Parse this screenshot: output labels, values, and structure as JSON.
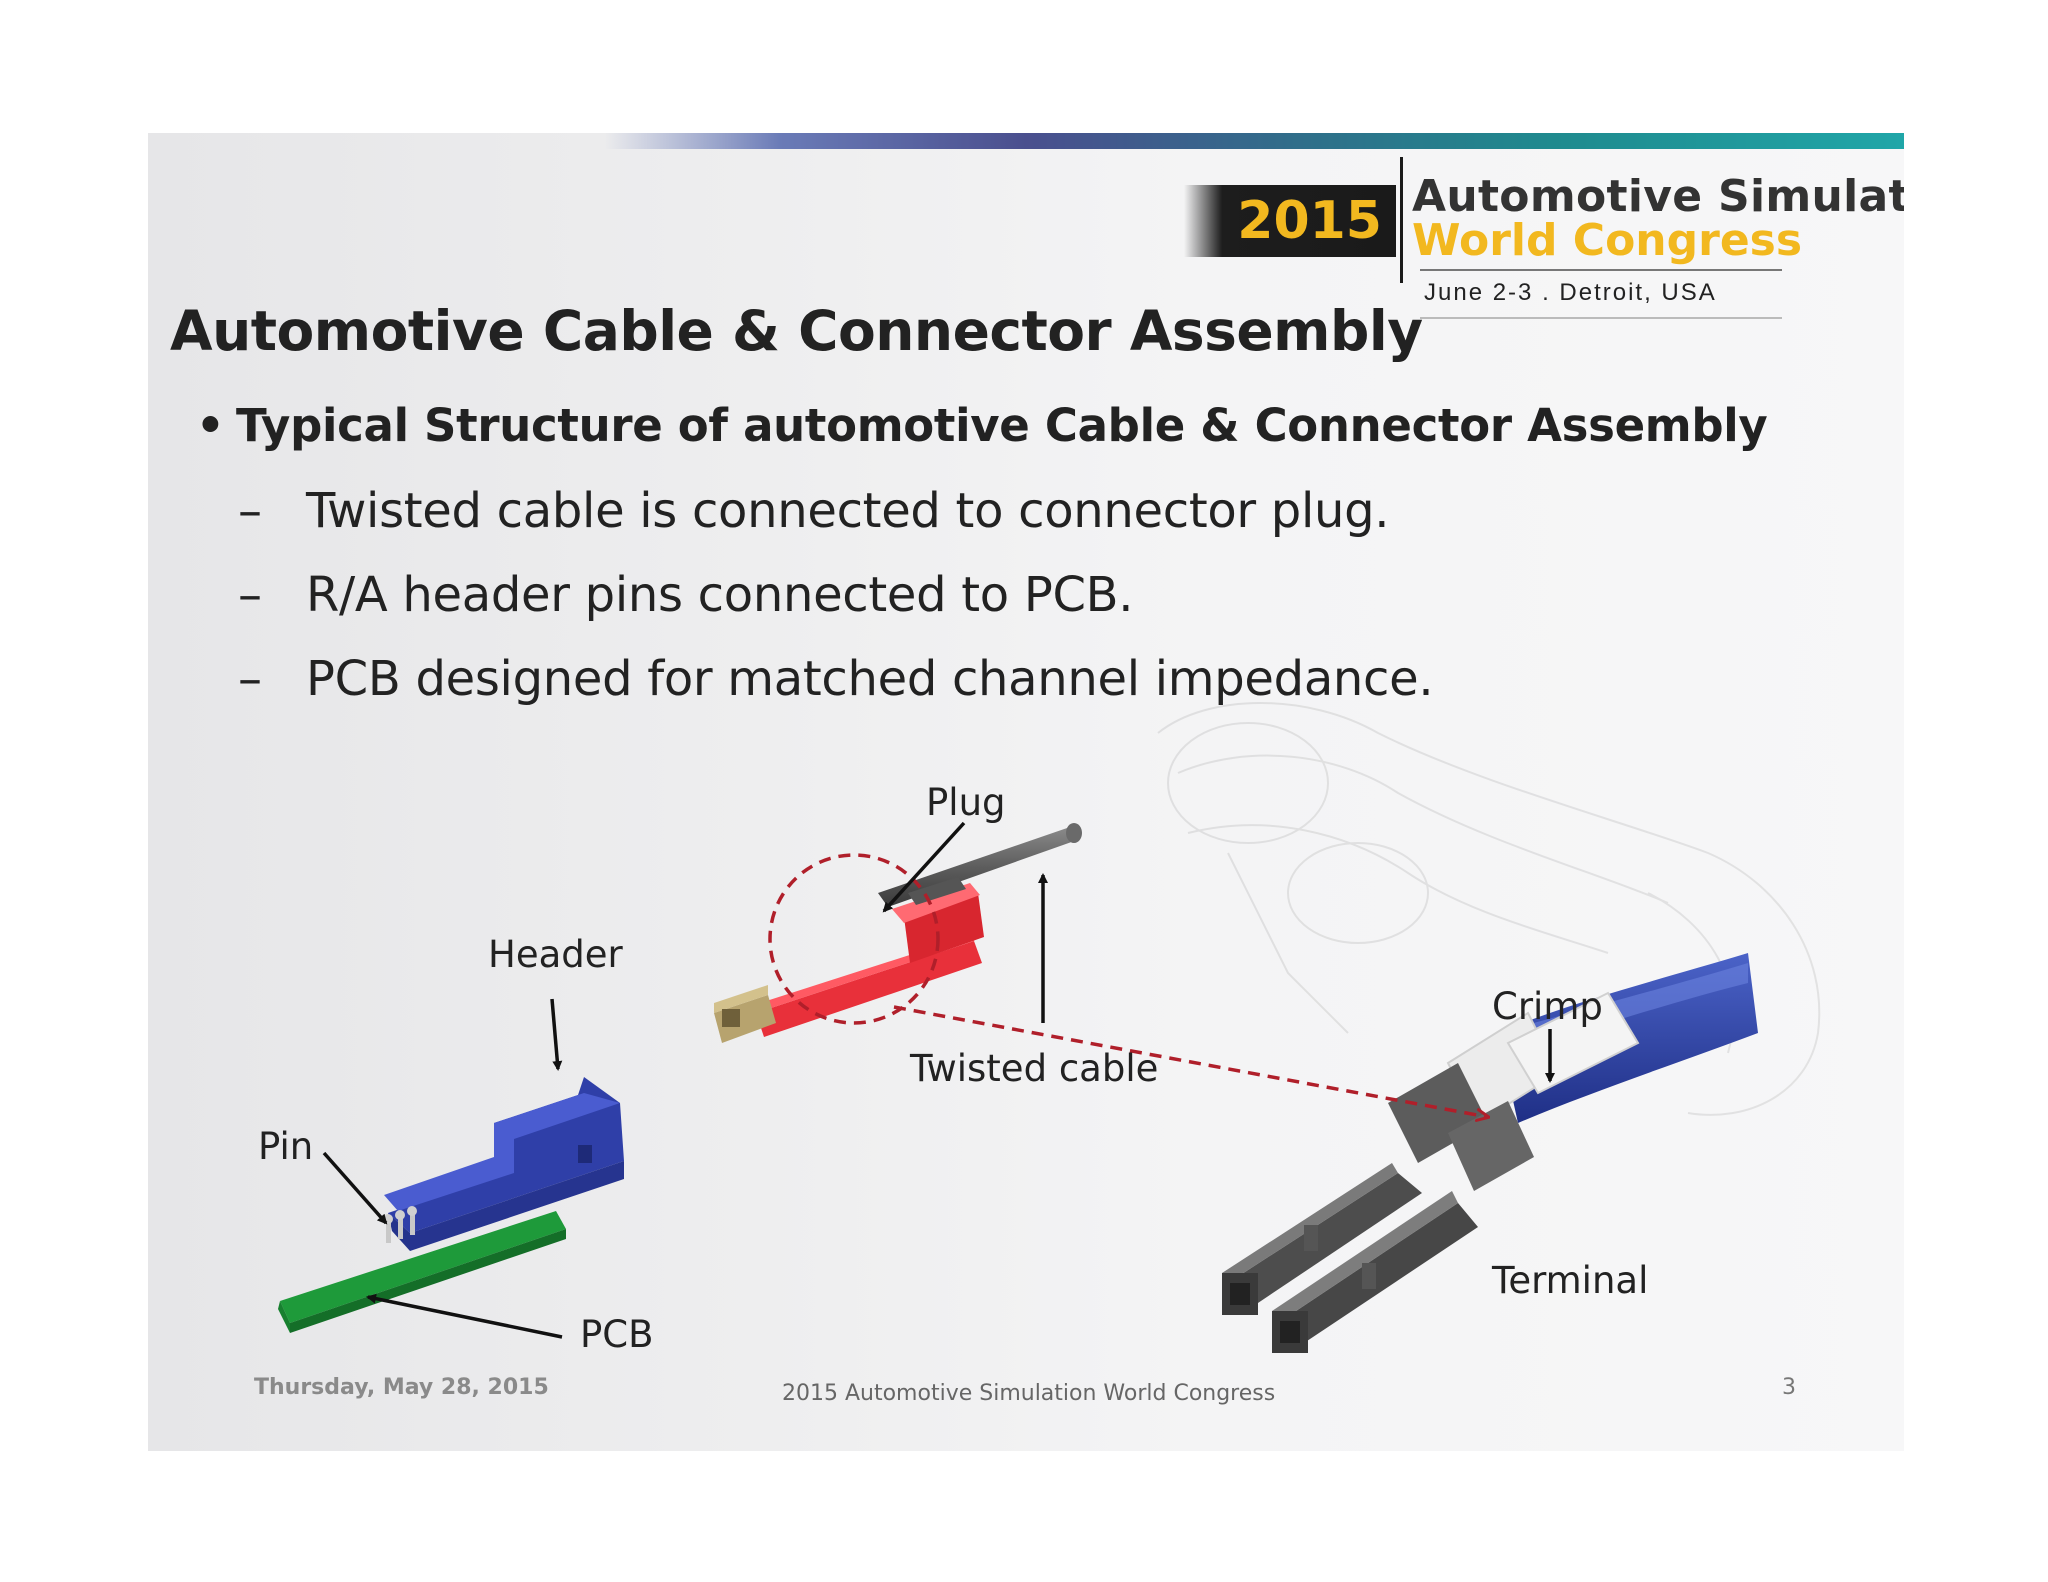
{
  "logo": {
    "year": "2015",
    "line1": "Automotive Simulation",
    "line2": "World Congress",
    "date_location": "June 2-3  .  Detroit, USA"
  },
  "slide": {
    "title": "Automotive Cable & Connector Assembly",
    "bullet": "Typical Structure of automotive Cable & Connector Assembly",
    "sub_items": [
      "Twisted cable is connected to connector plug.",
      "R/A header pins connected to PCB.",
      "PCB designed for matched channel  impedance."
    ]
  },
  "diagram_labels": {
    "plug": "Plug",
    "header": "Header",
    "twisted_cable": "Twisted cable",
    "crimp": "Crimp",
    "pin": "Pin",
    "terminal": "Terminal",
    "pcb": "PCB"
  },
  "footer": {
    "date": "Thursday, May 28, 2015",
    "center": "2015 Automotive Simulation World Congress",
    "page": "3"
  },
  "colors": {
    "accent_yellow": "#f2b81f",
    "header_blue": "#2f3fa8",
    "pcb_green": "#1e9a3a",
    "plug_red": "#e8303a",
    "dash_red": "#b01f2a",
    "cable_blue": "#2a3f9a"
  }
}
